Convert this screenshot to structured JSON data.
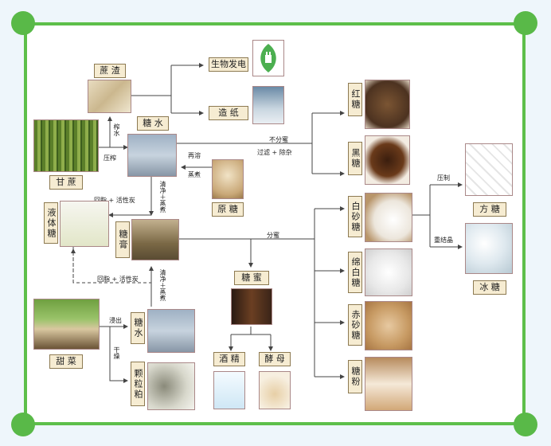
{
  "nodes": {
    "zhezha": "蔗 渣",
    "shengwu": "生物发电",
    "zaozhi": "造 纸",
    "tangshui_top": "糖 水",
    "ganzhe": "甘 蔗",
    "yuantang": "原 糖",
    "yetitang": "液体糖",
    "tanggao": "糖膏",
    "tangmi": "糖 蜜",
    "jiujing": "酒 精",
    "jiaomu": "酵 母",
    "tiancai": "甜 菜",
    "tangshui_bottom": "糖水",
    "keli": "颗粒粕",
    "hongtang": "红糖",
    "heitang": "黑糖",
    "baishatang": "白砂糖",
    "mianbaitang": "绵白糖",
    "chishatang": "赤砂糖",
    "tangfen": "糖粉",
    "fangtang": "方 糖",
    "bingtang": "冰 糖"
  },
  "edges": {
    "zhashui": "榨水",
    "yazha": "压榨",
    "burong": "不分蜜",
    "guolv": "过滤 + 除杂",
    "zairong": "再溶",
    "zhengzhu": "蒸煮",
    "qingjing1": "清净＋蒸煮",
    "huitang1": "回脂 + 活性炭",
    "huitang2": "回脂 + 活性炭",
    "qingjing2": "清净＋蒸煮",
    "fenmi": "分蜜",
    "jinchu": "浸出",
    "ganzao": "干燥",
    "yazhi": "压制",
    "chongjiejing": "重结晶"
  },
  "icons": [
    "plug-leaf-icon"
  ],
  "colors": {
    "frame": "#5dbf4a",
    "label_bg": "#f6ecd2",
    "label_border": "#8d7a52"
  }
}
